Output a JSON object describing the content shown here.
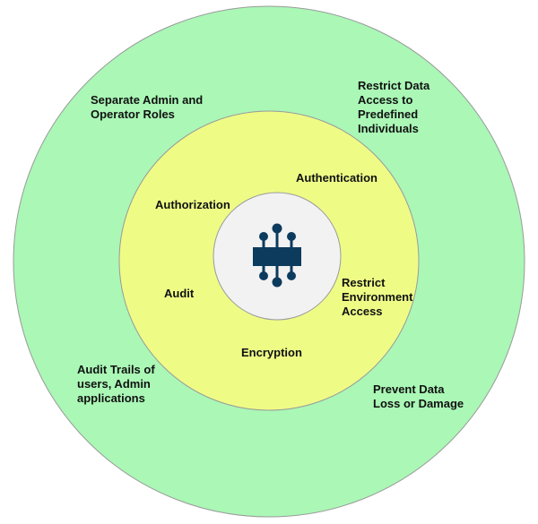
{
  "colors": {
    "outer": "#aaf7b6",
    "middle": "#eefc86",
    "inner": "#f2f2f2",
    "icon": "#0c3b5e",
    "stroke": "#9a9a9a"
  },
  "center_icon": "circuit-chip-icon",
  "outer_labels": [
    "Separate Admin and\nOperator Roles",
    "Restrict Data\nAccess to\nPredefined\nIndividuals",
    "Audit Trails of\nusers, Admin\napplications",
    "Prevent Data\nLoss or Damage"
  ],
  "middle_labels": [
    "Authorization",
    "Authentication",
    "Audit",
    "Restrict\nEnvironment\nAccess",
    "Encryption"
  ]
}
